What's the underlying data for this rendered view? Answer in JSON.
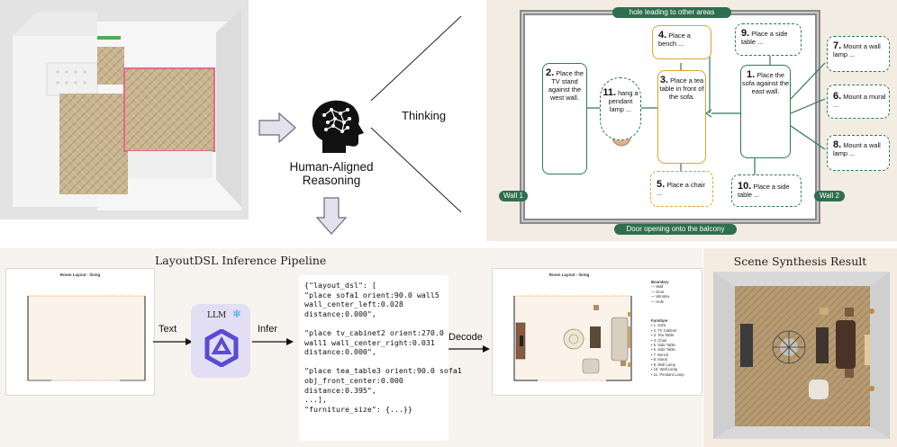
{
  "reasoning": {
    "line1": "Human-Aligned",
    "line2": "Reasoning",
    "thinking": "Thinking"
  },
  "plan": {
    "top_label": "hole leading to other areas",
    "bottom_label": "Door opening onto the balcony",
    "wall1": "Wall 1",
    "wall2": "Wall 2",
    "nodes": [
      {
        "num": "1.",
        "text": "Place the sofa against the east wall."
      },
      {
        "num": "2.",
        "text": "Place the TV stand against the west wall."
      },
      {
        "num": "3.",
        "text": "Place a tea table in front of the sofa."
      },
      {
        "num": "4.",
        "text": "Place a bench ..."
      },
      {
        "num": "5.",
        "text": "Place a chair ..."
      },
      {
        "num": "6.",
        "text": "Mount a mural ..."
      },
      {
        "num": "7.",
        "text": "Mount a wall lamp ..."
      },
      {
        "num": "8.",
        "text": "Mount a wall lamp ..."
      },
      {
        "num": "9.",
        "text": "Place a side table ..."
      },
      {
        "num": "10.",
        "text": "Place a side table ..."
      },
      {
        "num": "11.",
        "text": "hang a pendant lamp ..."
      }
    ]
  },
  "pipeline": {
    "title": "LayoutDSL Inference Pipeline",
    "text_label": "Text",
    "infer_label": "Infer",
    "decode_label": "Decode",
    "llm_label": "LLM",
    "plot_title": "Room Layout - living",
    "dsl_lines": [
      "{\"layout_dsl\": [",
      "\"place sofa1 orient:90.0 wall5",
      "wall_center_left:0.028",
      "distance:0.000\",",
      "",
      "\"place tv_cabinet2 orient:270.0",
      "wall1 wall_center_right:0.031",
      "distance:0.000\",",
      "",
      "\"place tea_table3 orient:90.0 sofa1",
      "obj_front_center:0.000",
      "distance:0.395\",",
      "...],",
      "\"furniture_size\": {...}}"
    ],
    "legend_boundary_title": "Boundary",
    "legend_boundary": [
      "Wall",
      "Door",
      "Window",
      "Hole"
    ],
    "legend_furniture_title": "Furniture",
    "legend_furniture": [
      "1. Sofa",
      "2. TV Cabinet",
      "3. Tea Table",
      "4. Chair",
      "5. Side Table",
      "6. Side Table",
      "7. Bench",
      "8. Mural",
      "9. Wall Lamp",
      "10. Wall Lamp",
      "11. Pendant Lamp"
    ]
  },
  "scene": {
    "title": "Scene Synthesis Result"
  },
  "colors": {
    "green": "#2f7a57",
    "orange": "#e0a32a",
    "arrow_fill": "#e4e0ee",
    "arrow_stroke": "#6d6a7c"
  }
}
